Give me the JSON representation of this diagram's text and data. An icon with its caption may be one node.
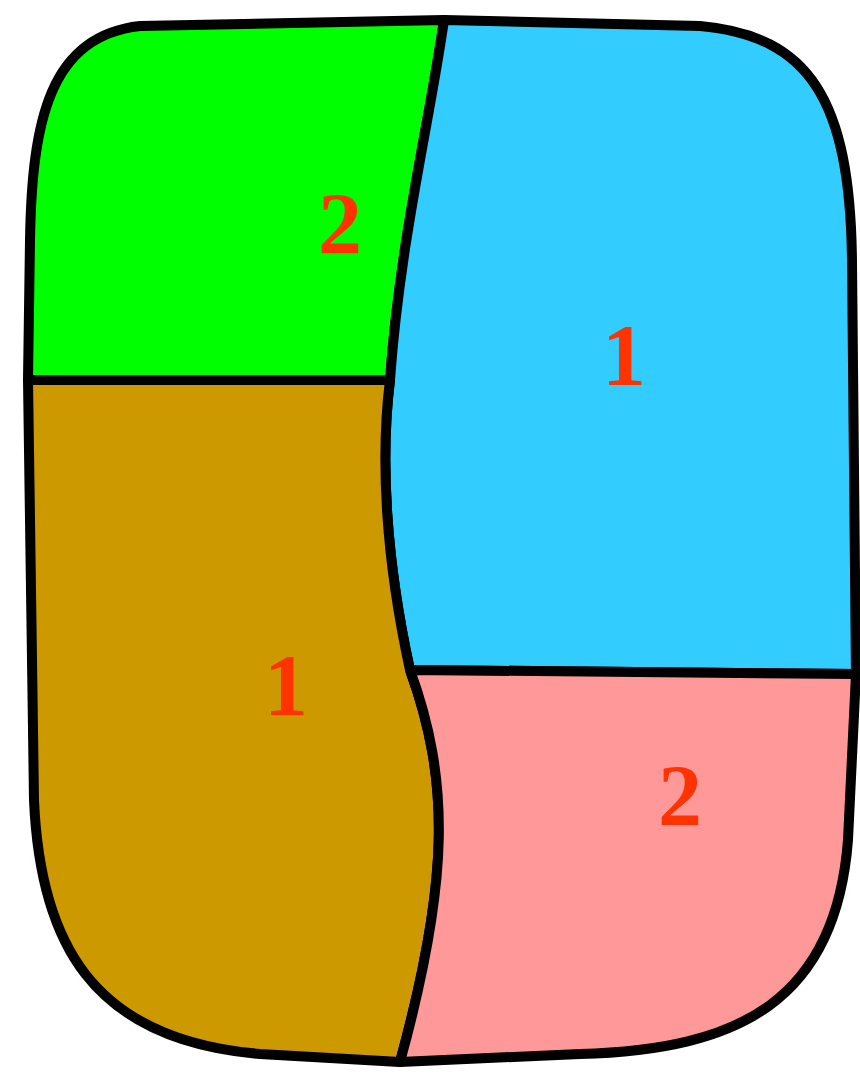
{
  "diagram": {
    "nodes": [
      {
        "text": [
          "2"
        ]
      },
      {
        "text": [
          "1"
        ]
      },
      {
        "text": [
          "1"
        ]
      },
      {
        "text": [
          "2"
        ]
      }
    ]
  }
}
